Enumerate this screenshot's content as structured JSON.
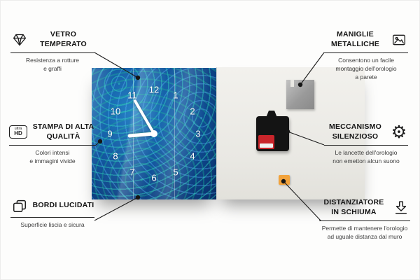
{
  "page": {
    "background": "#fdfdfc"
  },
  "product": {
    "clock_numbers": [
      "12",
      "1",
      "2",
      "3",
      "4",
      "5",
      "6",
      "7",
      "8",
      "9",
      "10",
      "11"
    ]
  },
  "features": {
    "left": [
      {
        "icon": "diamond-icon",
        "title": "VETRO TEMPERATO",
        "desc": "Resistenza a rotture\ne graffi"
      },
      {
        "icon": "ultra-hd-icon",
        "title": "STAMPA DI ALTA QUALITÀ",
        "desc": "Colori intensi\ne immagini vivide"
      },
      {
        "icon": "layers-icon",
        "title": "BORDI LUCIDATI",
        "desc": "Superficie liscia e sicura"
      }
    ],
    "right": [
      {
        "icon": "picture-frame-icon",
        "title": "MANIGLIE METALLICHE",
        "desc": "Consentono un facile\nmontaggio dell'orologio\na parete"
      },
      {
        "icon": "gear-icon",
        "title": "MECCANISMO SILENZIOSO",
        "desc": "Le lancette dell'orologio\nnon emetton alcun suono"
      },
      {
        "icon": "arrow-down-icon",
        "title": "DISTANZIATORE IN SCHIUMA",
        "desc": "Permette di mantenere l'orologio\nad uguale distanza dal muro"
      }
    ]
  },
  "icons": {
    "gear_glyph": "⚙",
    "uhd_top": "ultra",
    "uhd_bottom": "HD"
  },
  "colors": {
    "pattern_blue": "#11549c",
    "pattern_teal": "#2fd4c0",
    "back_panel": "#eceae5",
    "metal_plate": "#9a9a9a",
    "battery_red": "#c9252b",
    "foam_orange": "#f2a33c",
    "callout_line": "#1c1c1c"
  }
}
